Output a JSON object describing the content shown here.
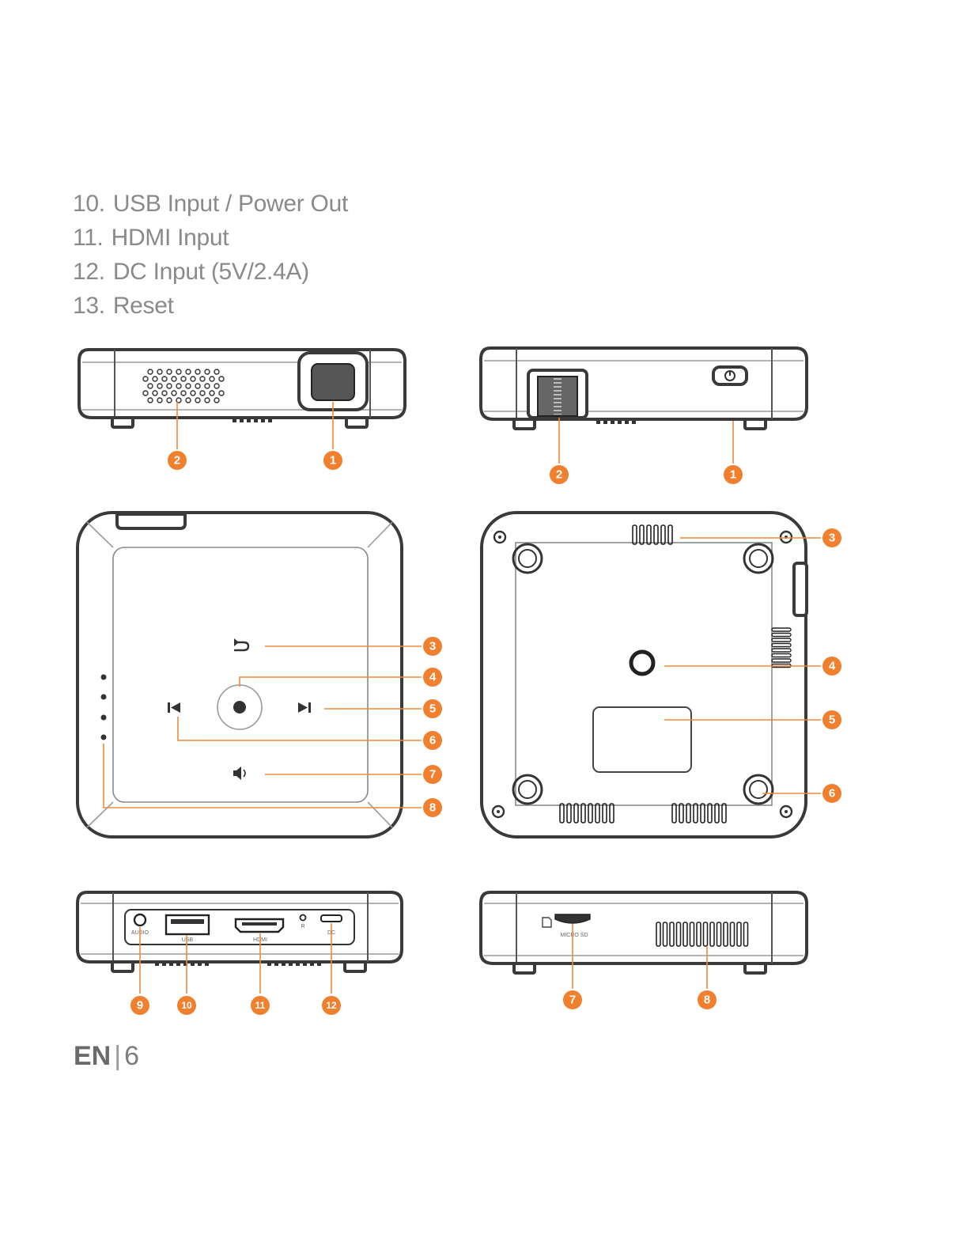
{
  "parts_list": [
    {
      "num": "10.",
      "label": "USB Input / Power Out"
    },
    {
      "num": "11.",
      "label": "HDMI Input"
    },
    {
      "num": "12.",
      "label": "DC Input (5V/2.4A)"
    },
    {
      "num": "13.",
      "label": "Reset"
    }
  ],
  "port_labels": {
    "audio": "AUDIO",
    "usb": "USB",
    "hdmi": "HDMI",
    "reset": "R",
    "dc": "DC",
    "micro_sd": "MICRO SD"
  },
  "callouts": {
    "front": [
      "2",
      "1"
    ],
    "back": [
      "2",
      "1"
    ],
    "top": [
      "3",
      "4",
      "5",
      "6",
      "7",
      "8"
    ],
    "bottom": [
      "3",
      "4",
      "5",
      "6"
    ],
    "ports_side": [
      "9",
      "10",
      "11",
      "12"
    ],
    "sd_side": [
      "7",
      "8"
    ]
  },
  "footer": {
    "lang": "EN",
    "page": "6"
  },
  "colors": {
    "accent": "#f07f2e",
    "text": "#8a8a8a",
    "outline": "#3a3a3a"
  }
}
